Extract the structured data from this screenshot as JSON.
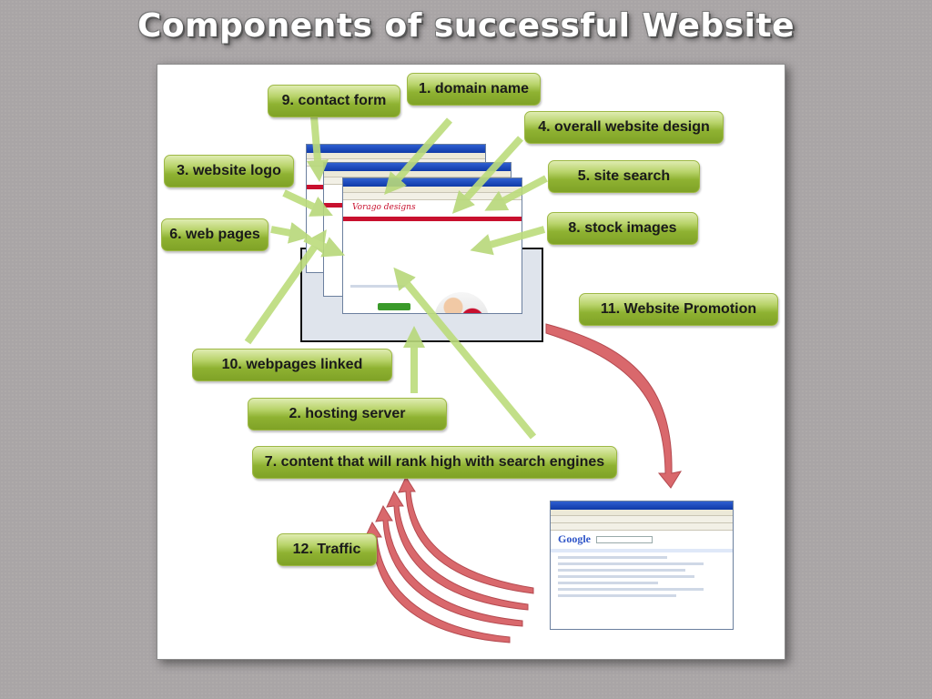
{
  "title": "Components of successful Website",
  "labels": {
    "domain_name": "1. domain name",
    "hosting_server": "2. hosting server",
    "website_logo": "3. website logo",
    "overall_design": "4. overall website design",
    "site_search": "5. site search",
    "web_pages": "6. web pages",
    "content": "7. content that will rank high with search engines",
    "stock_images": "8. stock images",
    "contact_form": "9. contact form",
    "webpages_linked": "10. webpages linked",
    "promotion": "11. Website Promotion",
    "traffic": "12. Traffic"
  },
  "screens": {
    "logo_text": "Vorago designs",
    "google_text": "Google"
  },
  "colors": {
    "arrow_green": "#b8d87a",
    "arrow_red": "#d9686c",
    "label_green": "#8fb232"
  }
}
